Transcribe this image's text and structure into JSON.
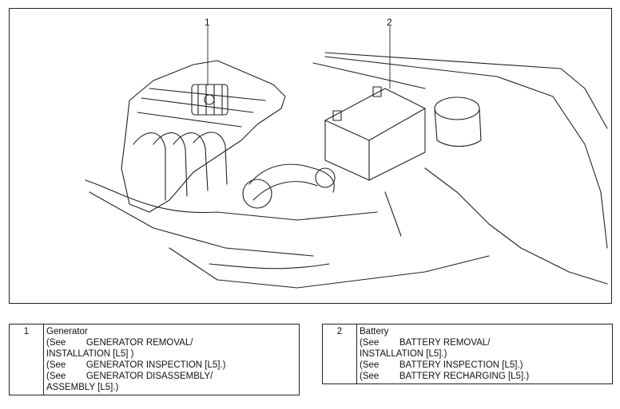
{
  "callouts": {
    "c1": "1",
    "c2": "2"
  },
  "legend": [
    {
      "number": "1",
      "title": "Generator",
      "lines": [
        "(See        GENERATOR REMOVAL/",
        "INSTALLATION [L5] )",
        "(See        GENERATOR INSPECTION [L5].)",
        "(See        GENERATOR DISASSEMBLY/",
        "ASSEMBLY [L5].)"
      ]
    },
    {
      "number": "2",
      "title": "Battery",
      "lines": [
        "(See        BATTERY REMOVAL/",
        "INSTALLATION [L5].)",
        "(See        BATTERY INSPECTION [L5].)",
        "(See        BATTERY RECHARGING [L5].)"
      ]
    }
  ]
}
